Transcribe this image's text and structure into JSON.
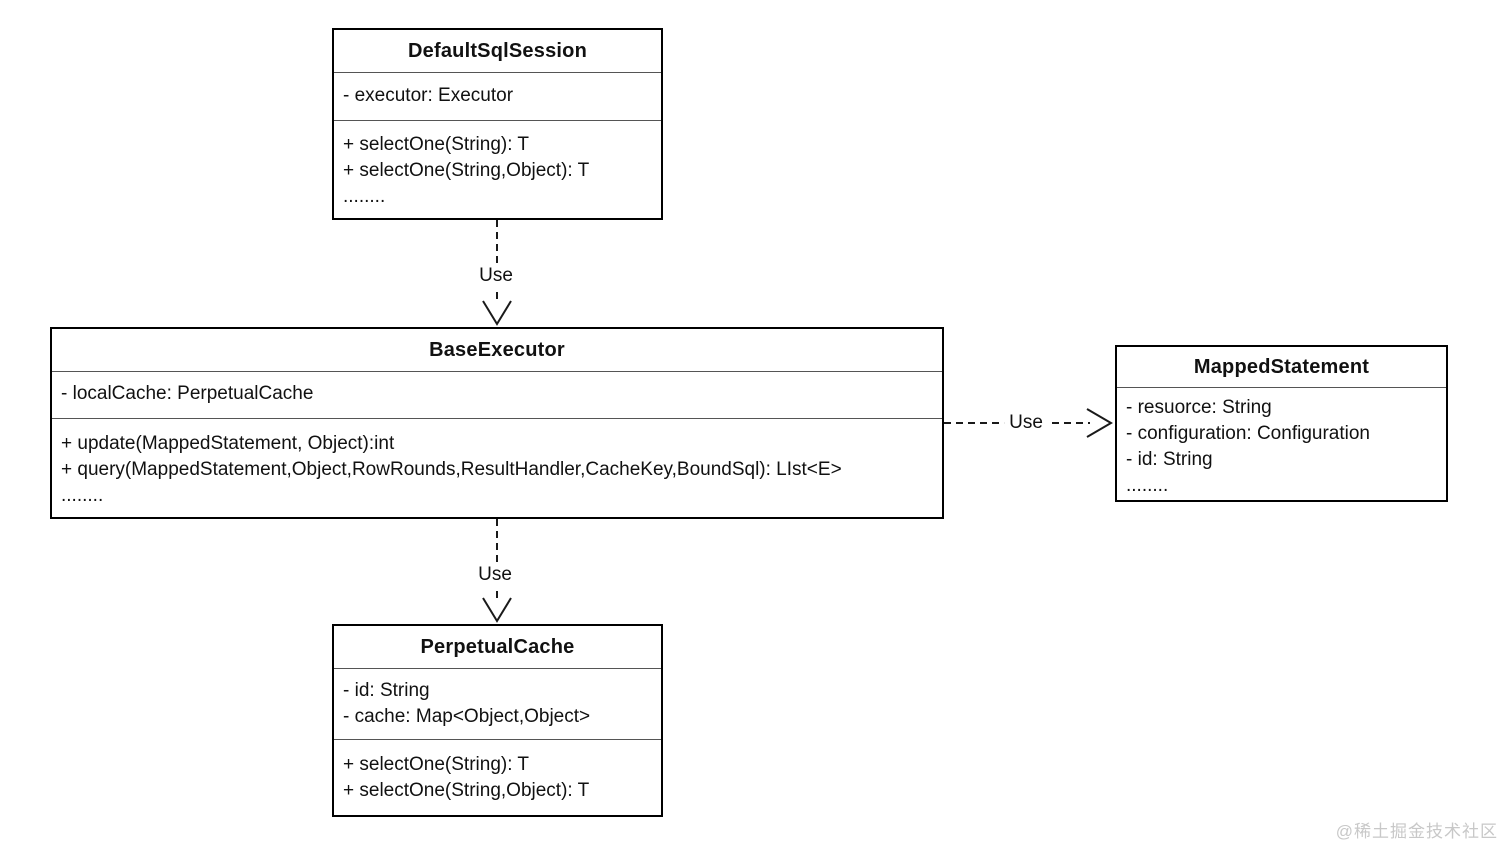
{
  "diagram": {
    "type": "uml-class-diagram",
    "classes": [
      {
        "name": "DefaultSqlSession",
        "attributes": [
          "- executor: Executor"
        ],
        "methods": [
          "+ selectOne(String): T",
          "+ selectOne(String,Object): T",
          "........"
        ]
      },
      {
        "name": "BaseExecutor",
        "attributes": [
          "- localCache: PerpetualCache"
        ],
        "methods": [
          "+ update(MappedStatement, Object):int",
          "+ query(MappedStatement,Object,RowRounds,ResultHandler,CacheKey,BoundSql): LIst<E>",
          "........"
        ]
      },
      {
        "name": "MappedStatement",
        "attributes": [
          "- resuorce: String",
          "- configuration: Configuration",
          "- id: String",
          "........"
        ],
        "methods": []
      },
      {
        "name": "PerpetualCache",
        "attributes": [
          "- id: String",
          "- cache: Map<Object,Object>"
        ],
        "methods": [
          "+ selectOne(String): T",
          "+ selectOne(String,Object): T"
        ]
      }
    ],
    "edges": [
      {
        "from": "DefaultSqlSession",
        "to": "BaseExecutor",
        "label": "Use",
        "style": "dashed-open-arrow"
      },
      {
        "from": "BaseExecutor",
        "to": "MappedStatement",
        "label": "Use",
        "style": "dashed-open-arrow"
      },
      {
        "from": "BaseExecutor",
        "to": "PerpetualCache",
        "label": "Use",
        "style": "dashed-open-arrow"
      }
    ],
    "colors": {
      "background": "#ffffff",
      "box_border": "#000000",
      "compartment_separator": "#555555",
      "text": "#111111",
      "edge_line": "#1a1a1a",
      "watermark": "#c8c8c8"
    }
  },
  "watermark": {
    "text": "@稀土掘金技术社区"
  }
}
